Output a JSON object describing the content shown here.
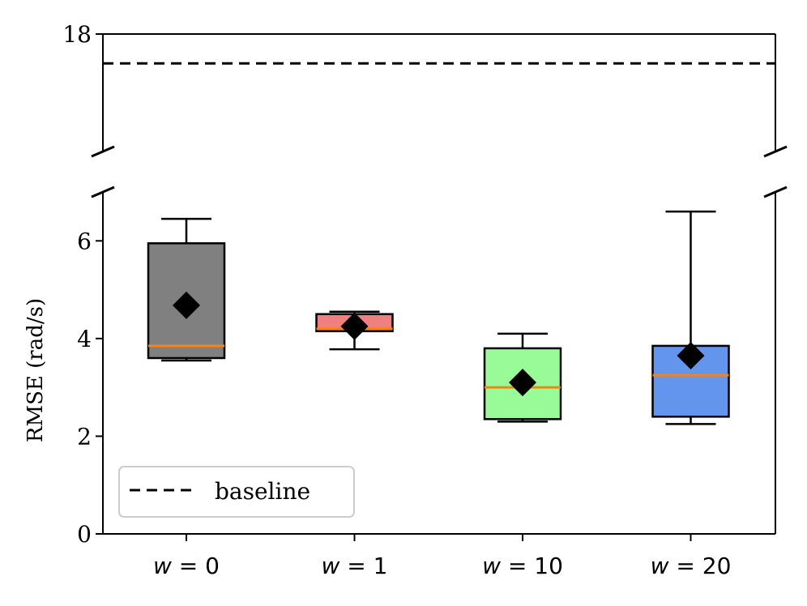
{
  "chart_data": {
    "type": "box",
    "ylabel": "RMSE (rad/s)",
    "ylim": [
      0,
      18
    ],
    "broken_axis": {
      "lower": [
        0,
        7
      ],
      "upper": [
        13.2,
        18
      ]
    },
    "yticks": [
      0,
      2,
      4,
      6,
      18
    ],
    "categories": [
      "w = 0",
      "w = 1",
      "w = 10",
      "w = 20"
    ],
    "boxes": [
      {
        "color": "#808080",
        "whisker_low": 3.55,
        "q1": 3.6,
        "median": 3.85,
        "q3": 5.95,
        "whisker_high": 6.45,
        "mean": 4.68
      },
      {
        "color": "#F08080",
        "whisker_low": 3.78,
        "q1": 4.15,
        "median": 4.2,
        "q3": 4.5,
        "whisker_high": 4.55,
        "mean": 4.25
      },
      {
        "color": "#98FB98",
        "whisker_low": 2.3,
        "q1": 2.35,
        "median": 3.0,
        "q3": 3.8,
        "whisker_high": 4.1,
        "mean": 3.1
      },
      {
        "color": "#6495ED",
        "whisker_low": 2.25,
        "q1": 2.4,
        "median": 3.25,
        "q3": 3.85,
        "whisker_high": 6.6,
        "mean": 3.65
      }
    ],
    "baseline": {
      "name": "baseline",
      "value": 16.8,
      "style": "dashed"
    },
    "median_color": "#FF7F0E",
    "mean_marker": "diamond",
    "legend": {
      "position": "lower-left",
      "entries": [
        "baseline"
      ]
    }
  }
}
